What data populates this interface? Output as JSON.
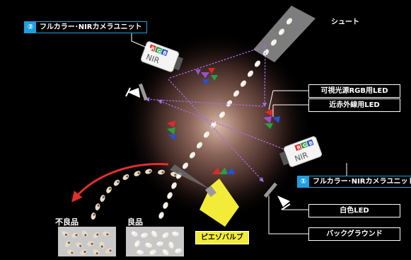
{
  "labels": {
    "chute": "シュート",
    "camera_unit_2": "フルカラー･NIRカメラユニット",
    "camera_unit_1": "フルカラー･NIRカメラユニット",
    "num_2": "②",
    "num_1": "①",
    "visible_led": "可視光源RGB用LED",
    "nir_led": "近赤外線用LED",
    "white_led": "白色LED",
    "background": "バックグラウンド",
    "piezo_valve": "ピエゾバルブ",
    "bad_product": "不良品",
    "good_product": "良品"
  },
  "cameras": {
    "rgb_letters": [
      "R",
      "G",
      "B"
    ],
    "nir_text": "NIR"
  },
  "colors": {
    "camera_label_border": "#1ea0e0",
    "number_badge": "#1ea0e0",
    "piezo_yellow": "#f2ec38",
    "reject_arrow": "#e0302a",
    "light_beam": "#a070e0",
    "rgb_r": "#e02828",
    "rgb_g": "#28a040",
    "rgb_b": "#2850d0",
    "nir_purple": "#9a50d0"
  },
  "icons": [
    "camera-icon",
    "led-icon",
    "arrow-icon"
  ]
}
